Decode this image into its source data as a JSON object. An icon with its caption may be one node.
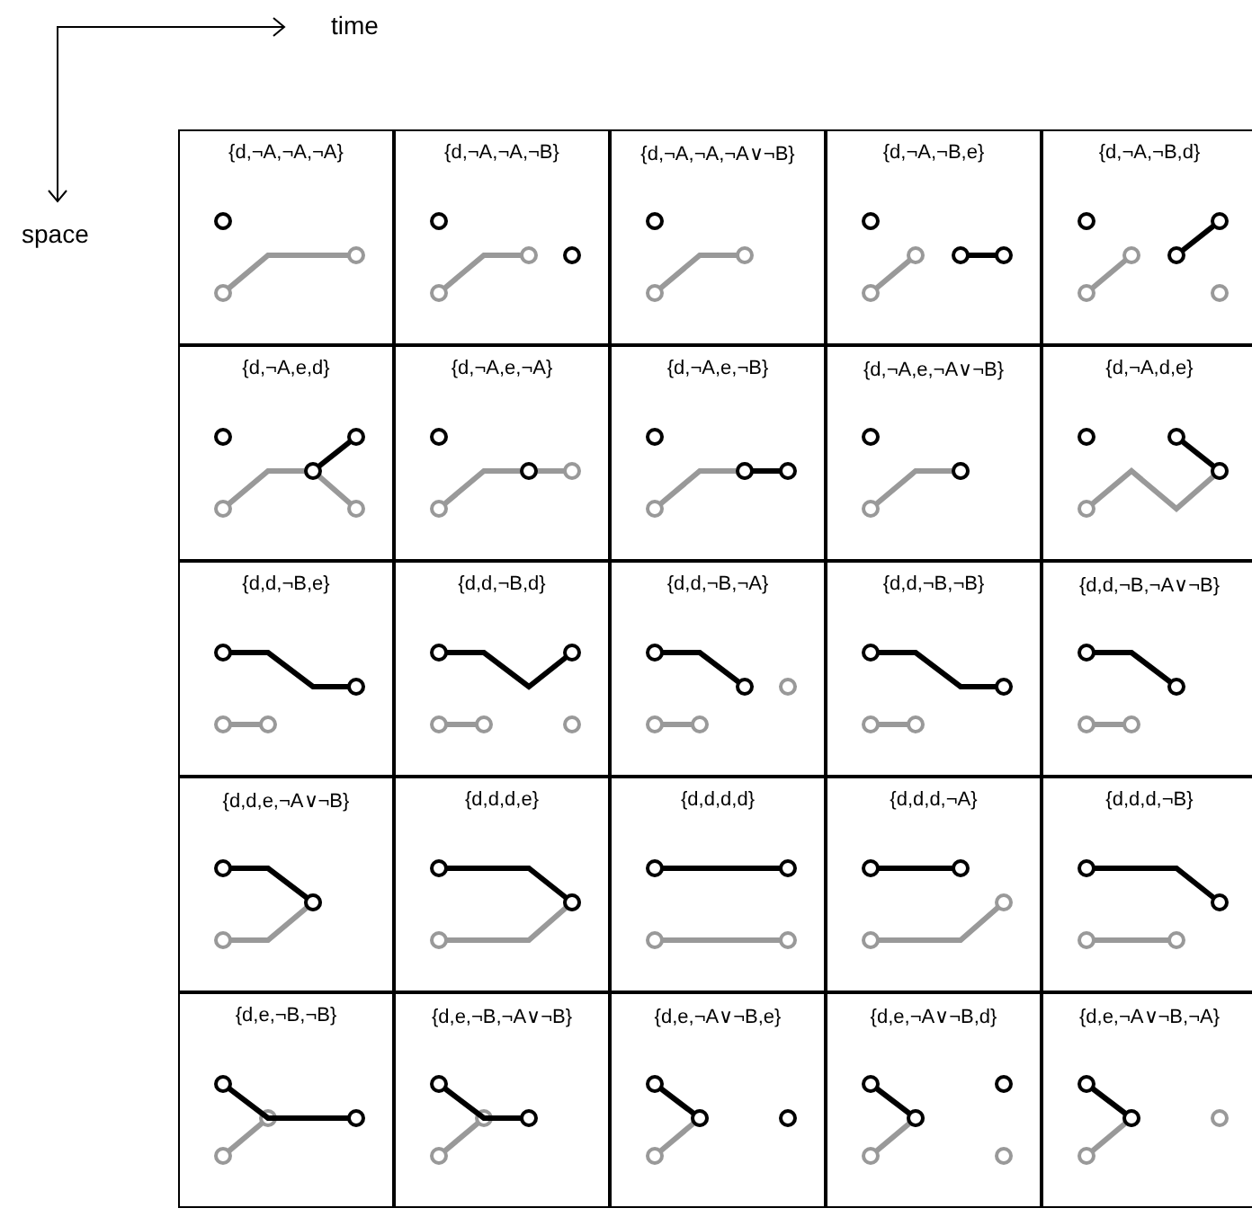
{
  "diagram": {
    "nodes": [
      {
        "text": [
          "{d,¬A,¬A,¬A}"
        ]
      },
      {
        "text": [
          "{d,¬A,¬A,¬B}"
        ]
      },
      {
        "text": [
          "{d,¬A,¬A,¬A∨¬B}"
        ]
      },
      {
        "text": [
          "{d,¬A,¬B,e}"
        ]
      },
      {
        "text": [
          "{d,¬A,¬B,d}"
        ]
      },
      {
        "text": [
          "{d,¬A,e,d}"
        ]
      },
      {
        "text": [
          "{d,¬A,e,¬A}"
        ]
      },
      {
        "text": [
          "{d,¬A,e,¬B}"
        ]
      },
      {
        "text": [
          "{d,¬A,e,¬A∨¬B}"
        ]
      },
      {
        "text": [
          "{d,¬A,d,e}"
        ]
      },
      {
        "text": [
          "{d,d,¬B,e}"
        ]
      },
      {
        "text": [
          "{d,d,¬B,d}"
        ]
      },
      {
        "text": [
          "{d,d,¬B,¬A}"
        ]
      },
      {
        "text": [
          "{d,d,¬B,¬B}"
        ]
      },
      {
        "text": [
          "{d,d,¬B,¬A∨¬B}"
        ]
      },
      {
        "text": [
          "{d,d,e,¬A∨¬B}"
        ]
      },
      {
        "text": [
          "{d,d,d,e}"
        ]
      },
      {
        "text": [
          "{d,d,d,d}"
        ]
      },
      {
        "text": [
          "{d,d,d,¬A}"
        ]
      },
      {
        "text": [
          "{d,d,d,¬B}"
        ]
      },
      {
        "text": [
          "{d,e,¬B,¬B}"
        ]
      },
      {
        "text": [
          "{d,e,¬B,¬A∨¬B}"
        ]
      },
      {
        "text": [
          "{d,e,¬A∨¬B,e}"
        ]
      },
      {
        "text": [
          "{d,e,¬A∨¬B,d}"
        ]
      },
      {
        "text": [
          "{d,e,¬A∨¬B,¬A}"
        ]
      }
    ],
    "labels": [
      "time",
      "space"
    ]
  }
}
